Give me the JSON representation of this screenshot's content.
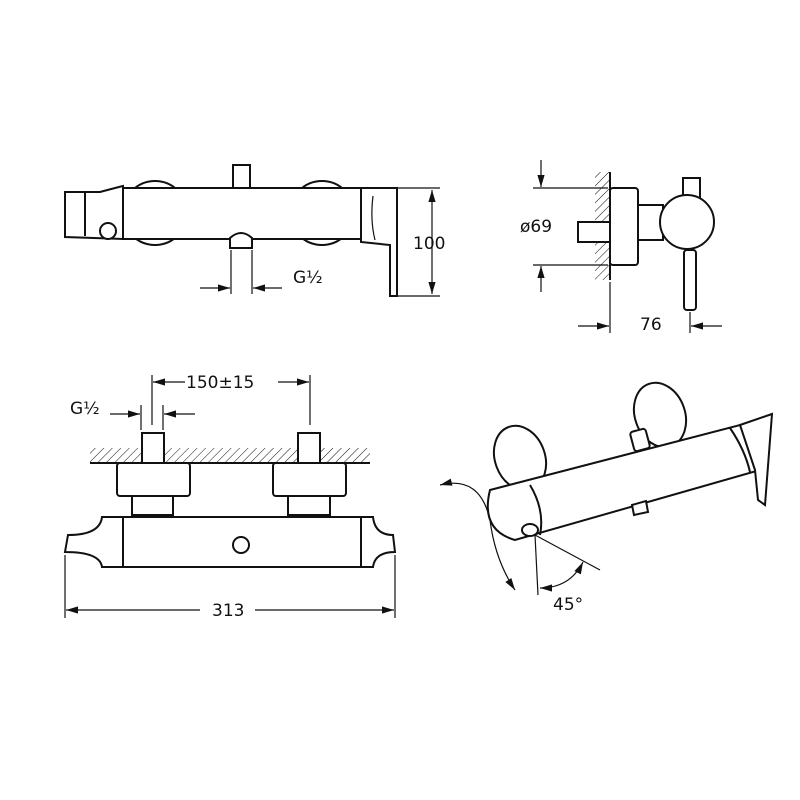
{
  "drawing": {
    "top_view": {
      "height_label": "100",
      "thread_label": "G½"
    },
    "side_view": {
      "diameter_label": "ø69",
      "depth_label": "76"
    },
    "front_view": {
      "spacing_label": "150±15",
      "thread_label": "G½",
      "width_label": "313"
    },
    "perspective_view": {
      "angle_label": "45°"
    },
    "colors": {
      "line": "#111111",
      "background": "#ffffff"
    }
  }
}
